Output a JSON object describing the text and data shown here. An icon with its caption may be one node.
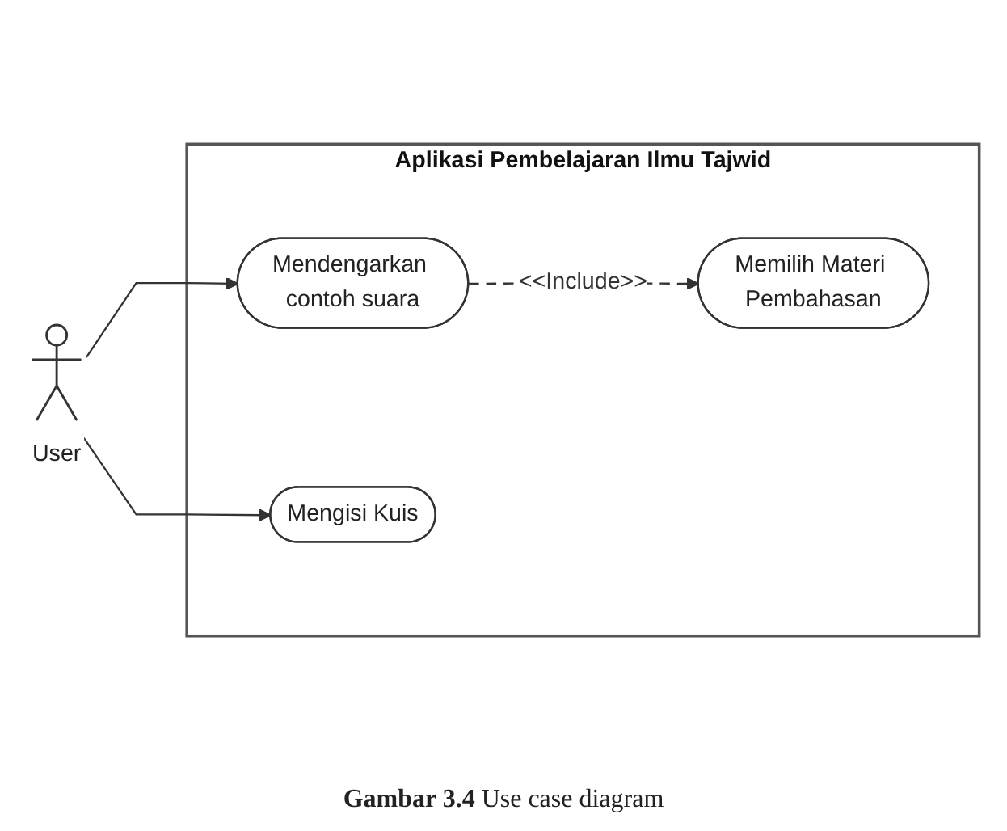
{
  "diagram": {
    "caption": "**Gambar 3.4** Use case diagram",
    "nodes": [
      {
        "text": [
          "User"
        ]
      },
      {
        "text": [
          "Aplikasi Pembelajaran Ilmu Tajwid"
        ]
      },
      {
        "text": [
          "Mendengarkan contoh suara"
        ],
        "in": 1
      },
      {
        "text": [
          "Memilih Materi Pembahasan"
        ],
        "in": 1
      },
      {
        "text": [
          "Mengisi Kuis"
        ],
        "in": 1
      }
    ],
    "edges": [
      {
        "from": 0,
        "to": 2,
        "arrow": "to"
      },
      {
        "from": 0,
        "to": 4,
        "arrow": "to"
      },
      {
        "from": 2,
        "to": 3,
        "arrow": "to",
        "label": "<<Include>>",
        "style": "dashed"
      }
    ]
  }
}
